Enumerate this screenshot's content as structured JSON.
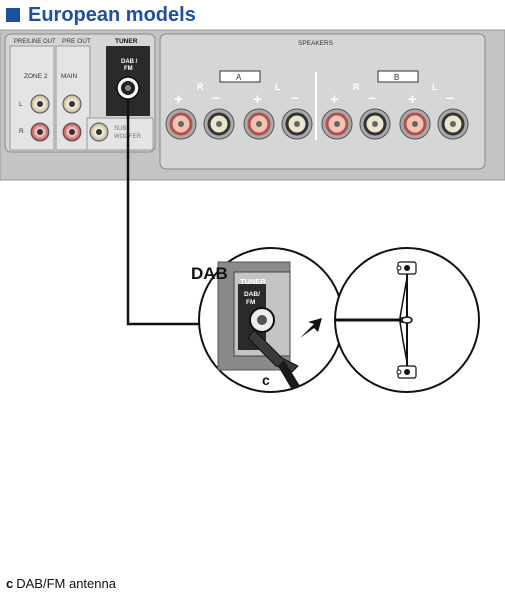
{
  "heading": {
    "title": "European models"
  },
  "panel": {
    "pre_line_out": "PRE/LINE OUT",
    "pre_out": "PRE OUT",
    "tuner": "TUNER",
    "zone2": "ZONE 2",
    "main": "MAIN",
    "l": "L",
    "r": "R",
    "dab_fm_1": "DAB /",
    "dab_fm_2": "FM",
    "sub1": "SUB-",
    "sub2": "WOOFER",
    "speakers": "SPEAKERS",
    "group_a": "A",
    "group_b": "B",
    "plus": "+",
    "minus": "–"
  },
  "detail": {
    "dab": "DAB",
    "tuner": "TUNER",
    "dab_fm_1": "DAB/",
    "dab_fm_2": "FM",
    "c_marker": "c"
  },
  "caption": {
    "marker": "c",
    "text": "DAB/FM antenna"
  },
  "colors": {
    "heading": "#1e50a2",
    "panel": "#c8c8c8",
    "tuner_block": "#2a2a2a"
  }
}
